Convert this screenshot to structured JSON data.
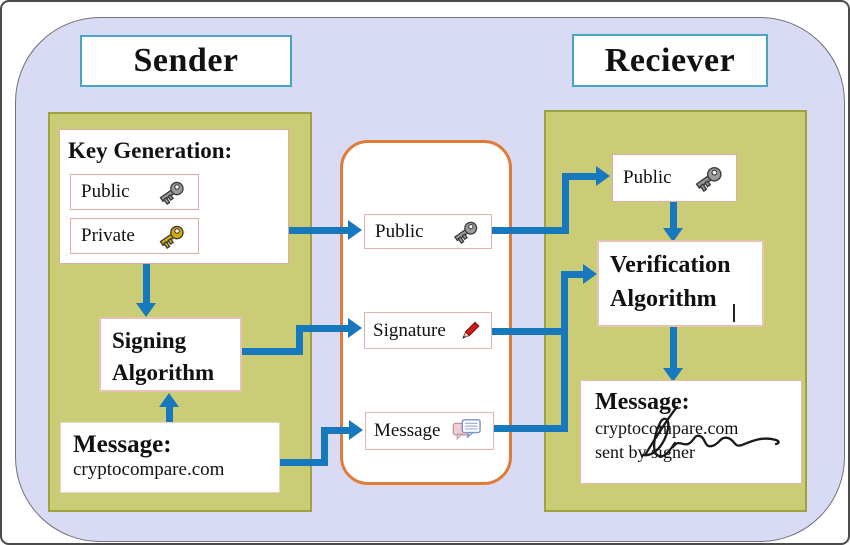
{
  "colors": {
    "arrow_blue": "#1878be",
    "panel_olive": "#cbcd76",
    "panel_olive_border": "#9da43f",
    "lavender": "#d9daf3",
    "title_border": "#44a5c4",
    "pink_border": "#dfaba5",
    "orange_border": "#e07c38",
    "pencil_red": "#cf1b1b",
    "key_gray": "#9a9a9a",
    "key_gold": "#d4a90b"
  },
  "titles": {
    "sender": "Sender",
    "receiver": "Reciever"
  },
  "sender_panel": {
    "key_generation": {
      "heading": "Key Generation:",
      "public_label": "Public",
      "private_label": "Private"
    },
    "signing": {
      "line1": "Signing",
      "line2": "Algorithm"
    },
    "message": {
      "heading": "Message:",
      "body": "cryptocompare.com"
    }
  },
  "transmission": {
    "public_label": "Public",
    "signature_label": "Signature",
    "message_label": "Message"
  },
  "receiver_panel": {
    "public_label": "Public",
    "verification": {
      "line1": "Verification",
      "line2": "Algorithm"
    },
    "message": {
      "heading": "Message:",
      "line1": "cryptocompare.com",
      "line2": "sent by signer"
    }
  },
  "icons": {
    "public_key": "gray-key-icon",
    "private_key": "gold-key-icon",
    "signature": "red-pencil-icon",
    "message": "speech-bubbles-icon",
    "signature_scribble": "handwritten-signature"
  }
}
